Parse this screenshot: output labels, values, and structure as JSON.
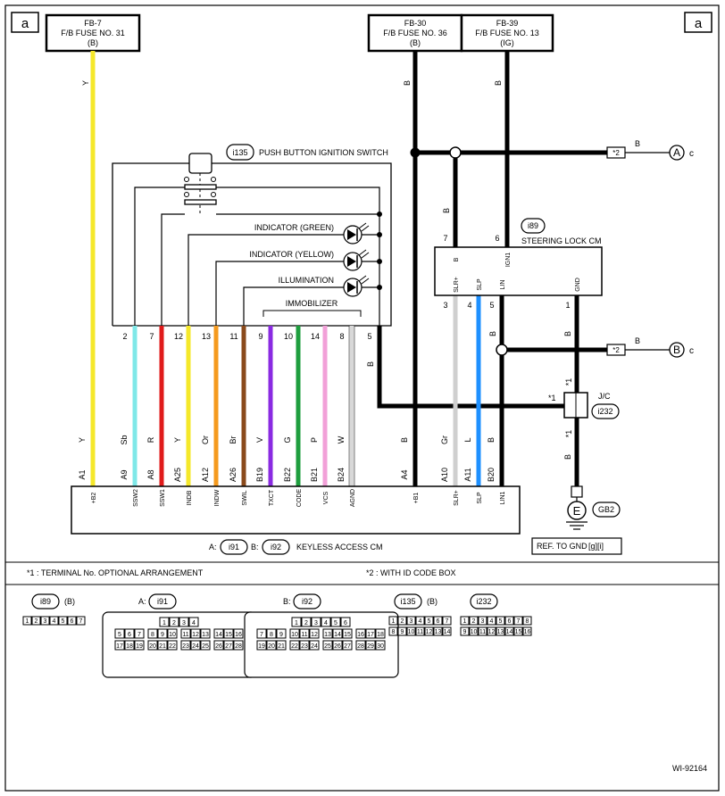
{
  "page": {
    "corner_label": "a",
    "drawing_number": "WI-92164"
  },
  "fuses": {
    "fb7": {
      "id": "FB-7",
      "name": "F/B FUSE NO. 31",
      "sub": "(B)",
      "wire": "Y"
    },
    "fb30": {
      "id": "FB-30",
      "name": "F/B FUSE NO. 36",
      "sub": "(B)",
      "wire": "B"
    },
    "fb39": {
      "id": "FB-39",
      "name": "F/B FUSE NO. 13",
      "sub": "(IG)",
      "wire": "B"
    }
  },
  "switch": {
    "connector": "i135",
    "title": "PUSH BUTTON IGNITION SWITCH",
    "indicator_green": "INDICATOR (GREEN)",
    "indicator_yellow": "INDICATOR (YELLOW)",
    "illumination": "ILLUMINATION",
    "immobilizer": "IMMOBILIZER"
  },
  "switch_pins": [
    {
      "pin": "2",
      "wire": "Sb",
      "color": "#7fe8e8"
    },
    {
      "pin": "7",
      "wire": "R",
      "color": "#e01b1b"
    },
    {
      "pin": "12",
      "wire": "Y",
      "color": "#f5e82a"
    },
    {
      "pin": "13",
      "wire": "Or",
      "color": "#f59a1e"
    },
    {
      "pin": "11",
      "wire": "Br",
      "color": "#8a4a1c"
    },
    {
      "pin": "9",
      "wire": "V",
      "color": "#8a2be2"
    },
    {
      "pin": "10",
      "wire": "G",
      "color": "#1e9e3e"
    },
    {
      "pin": "14",
      "wire": "P",
      "color": "#f2a0d8"
    },
    {
      "pin": "8",
      "wire": "W",
      "color": "#d8d8d8"
    },
    {
      "pin": "5",
      "wire": "B",
      "color": "#000000"
    }
  ],
  "keyless": {
    "title": "KEYLESS ACCESS CM",
    "prefix_a": "A:",
    "conn_a": "i91",
    "prefix_b": "B:",
    "conn_b": "i92",
    "terminals": [
      {
        "pin": "A1",
        "name": "+B2"
      },
      {
        "pin": "A9",
        "name": "SSW2"
      },
      {
        "pin": "A8",
        "name": "SSW1"
      },
      {
        "pin": "A25",
        "name": "INDB"
      },
      {
        "pin": "A12",
        "name": "INDW"
      },
      {
        "pin": "A26",
        "name": "SWIL"
      },
      {
        "pin": "B19",
        "name": "TXCT"
      },
      {
        "pin": "B22",
        "name": "CODE"
      },
      {
        "pin": "B21",
        "name": "VCS"
      },
      {
        "pin": "B24",
        "name": "AGND"
      },
      {
        "pin": "A4",
        "name": "+B1"
      },
      {
        "pin": "A10",
        "name": "SLR+"
      },
      {
        "pin": "A11",
        "name": "SLP"
      },
      {
        "pin": "B20",
        "name": "LIN1"
      }
    ],
    "wires": {
      "a1": "Y",
      "a9": "Sb",
      "a8": "R",
      "a25": "Y",
      "a12": "Or",
      "a26": "Br",
      "b19": "V",
      "b22": "G",
      "b21": "P",
      "b24": "W",
      "a4": "B",
      "a10": "Gr",
      "a11": "L",
      "b20": "B"
    }
  },
  "steering": {
    "connector": "i89",
    "title": "STEERING LOCK CM",
    "pins": [
      {
        "pin": "7",
        "name": "B",
        "wire": "B"
      },
      {
        "pin": "6",
        "name": "IGN1",
        "wire": "B"
      },
      {
        "pin": "3",
        "name": "SLR+",
        "wire": ""
      },
      {
        "pin": "4",
        "name": "SLP",
        "wire": ""
      },
      {
        "pin": "5",
        "name": "LIN",
        "wire": "B"
      },
      {
        "pin": "1",
        "name": "GND",
        "wire": "B"
      }
    ]
  },
  "junction": {
    "label": "J/C",
    "connector": "i232",
    "star_top": "*1",
    "star_left": "*1",
    "star_bottom": "*1",
    "wire_bottom": "B"
  },
  "ground": {
    "symbol": "E",
    "connector": "GB2",
    "ref": "REF. TO GND",
    "ref_pages": "[g][i]"
  },
  "connectors_out": {
    "a": {
      "star": "*2",
      "wire": "B",
      "letter": "A",
      "to": "c"
    },
    "b": {
      "star": "*2",
      "wire": "B",
      "letter": "B",
      "to": "c"
    }
  },
  "notes": {
    "n1": "*1  : TERMINAL No. OPTIONAL ARRANGEMENT",
    "n2": "*2  : WITH ID CODE BOX"
  },
  "diagrams": [
    {
      "connector": "i89",
      "suffix": "(B)",
      "prefix": "",
      "rows": [
        [
          "1",
          "2",
          "3",
          "4",
          "5",
          "6",
          "7"
        ]
      ]
    },
    {
      "connector": "i91",
      "suffix": "",
      "prefix": "A:",
      "rows": [
        [
          "1",
          "2",
          "3",
          "4"
        ],
        [
          "5",
          "6",
          "7",
          "8",
          "9",
          "10",
          "11",
          "12",
          "13",
          "14",
          "15",
          "16"
        ],
        [
          "17",
          "18",
          "19",
          "20",
          "21",
          "22",
          "23",
          "24",
          "25",
          "26",
          "27",
          "28"
        ]
      ]
    },
    {
      "connector": "i92",
      "suffix": "",
      "prefix": "B:",
      "rows": [
        [
          "1",
          "2",
          "3",
          "4",
          "5",
          "6"
        ],
        [
          "7",
          "8",
          "9",
          "10",
          "11",
          "12",
          "13",
          "14",
          "15",
          "16",
          "17",
          "18"
        ],
        [
          "19",
          "20",
          "21",
          "22",
          "23",
          "24",
          "25",
          "26",
          "27",
          "28",
          "29",
          "30"
        ]
      ]
    },
    {
      "connector": "i135",
      "suffix": "(B)",
      "prefix": "",
      "rows": [
        [
          "1",
          "2",
          "3",
          "4",
          "5",
          "6",
          "7"
        ],
        [
          "8",
          "9",
          "10",
          "11",
          "12",
          "13",
          "14"
        ]
      ]
    },
    {
      "connector": "i232",
      "suffix": "",
      "prefix": "",
      "rows": [
        [
          "1",
          "2",
          "3",
          "4",
          "5",
          "6",
          "7",
          "8"
        ],
        [
          "9",
          "10",
          "11",
          "12",
          "13",
          "14",
          "15",
          "16"
        ]
      ]
    }
  ]
}
